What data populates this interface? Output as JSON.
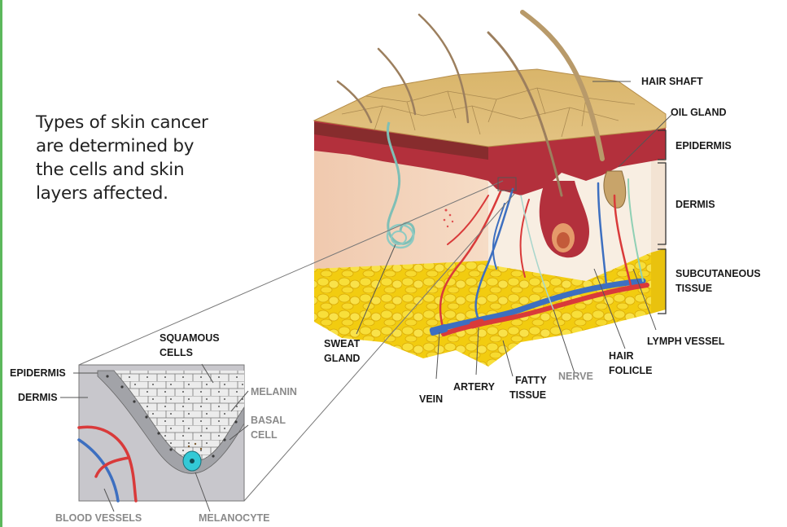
{
  "intro_lines": [
    "Types of skin cancer",
    "are determined by",
    "the cells and skin",
    "layers affected."
  ],
  "labels": {
    "hair_shaft": "HAIR SHAFT",
    "oil_gland": "OIL GLAND",
    "epidermis": "EPIDERMIS",
    "dermis": "DERMIS",
    "subcutaneous_1": "SUBCUTANEOUS",
    "subcutaneous_2": "TISSUE",
    "lymph_vessel": "LYMPH VESSEL",
    "hair_follicle_1": "HAIR",
    "hair_follicle_2": "FOLICLE",
    "nerve": "NERVE",
    "fatty_tissue_1": "FATTY",
    "fatty_tissue_2": "TISSUE",
    "artery": "ARTERY",
    "vein": "VEIN",
    "sweat_gland_1": "SWEAT",
    "sweat_gland_2": "GLAND"
  },
  "inset_labels": {
    "squamous_1": "SQUAMOUS",
    "squamous_2": "CELLS",
    "epidermis": "EPIDERMIS",
    "dermis": "DERMIS",
    "melanin": "MELANIN",
    "basal_1": "BASAL",
    "basal_2": "CELL",
    "blood_vessels": "BLOOD VESSELS",
    "melanocyte": "MELANOCYTE"
  },
  "colors": {
    "skin_surface": "#dcb872",
    "epidermis_band": "#b3303c",
    "dermis": "#f2d2b8",
    "fat": "#f5d31d",
    "artery": "#d93a3a",
    "vein": "#3d6fc0",
    "inset_bg": "#c8c7cc"
  }
}
